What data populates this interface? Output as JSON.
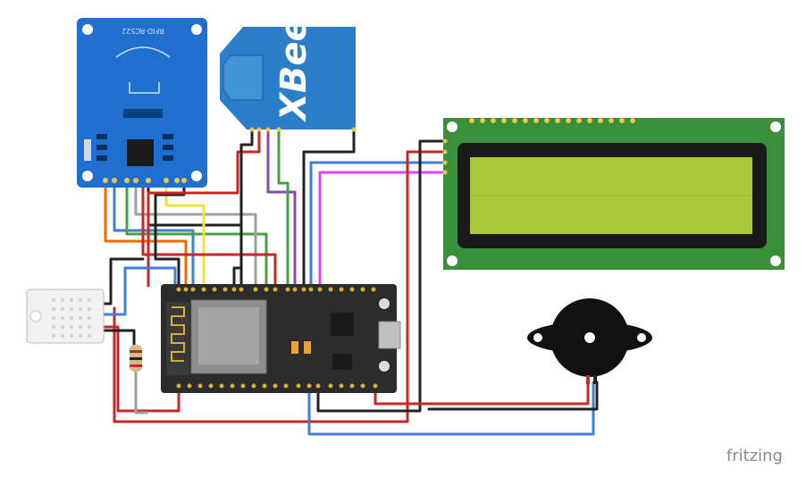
{
  "watermark": {
    "text": "fritzing"
  },
  "xbee": {
    "label": "XBee"
  },
  "rfid": {
    "label": "RFID-RC522"
  },
  "colors": {
    "wire_red": "#c62828",
    "wire_black": "#222222",
    "wire_orange": "#ef6c00",
    "wire_green": "#43a047",
    "wire_yellow": "#f2e23a",
    "wire_gray": "#9e9e9e",
    "wire_blue": "#3f7fd6",
    "wire_magenta": "#e040fb",
    "wire_purple": "#8e44ad",
    "rfid_board": "#1f6fd1",
    "xbee_board": "#2a7fc8",
    "lcd_pcb": "#3a8f3a",
    "lcd_screen": "#a9c93a",
    "esp_board": "#2c2c2c",
    "dht_body": "#f0f0f0",
    "buzzer": "#111111"
  }
}
